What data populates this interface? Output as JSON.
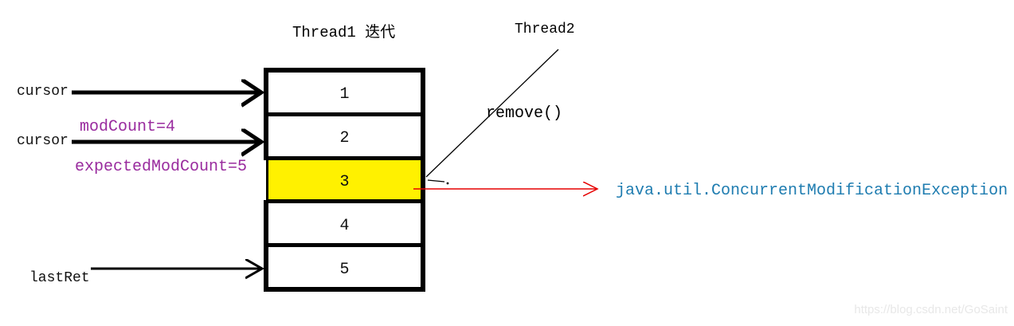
{
  "colors": {
    "highlight_yellow": "#fff100",
    "purple": "#992b9e",
    "exception_blue": "#1e7cb0",
    "arrow_red": "#e60000",
    "line_black": "#000000",
    "watermark_gray": "#e8e8e8"
  },
  "titles": {
    "thread1": "Thread1 迭代",
    "thread2": "Thread2"
  },
  "stack": {
    "cells": [
      "1",
      "2",
      "3",
      "4",
      "5"
    ],
    "highlighted_cell": "3",
    "highlighted_index": 2
  },
  "labels": {
    "cursor_1": "cursor",
    "cursor_2": "cursor",
    "mod_count": "modCount=4",
    "expected_mod_count": "expectedModCount=5",
    "last_ret": "lastRet",
    "remove_call": "remove()",
    "exception": "java.util.ConcurrentModificationException"
  },
  "watermark": {
    "text": "https://blog.csdn.net/GoSaint"
  }
}
